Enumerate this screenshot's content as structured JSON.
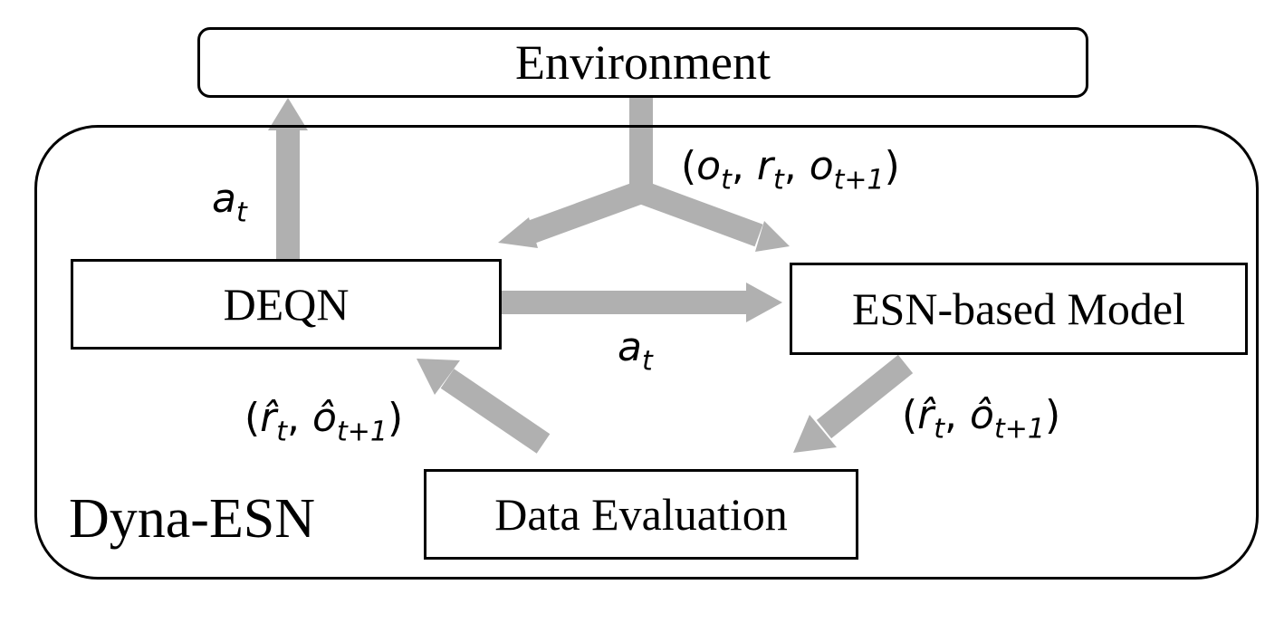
{
  "boxes": {
    "environment": "Environment",
    "deqn": "DEQN",
    "model": "ESN-based Model",
    "evaluation": "Data Evaluation"
  },
  "container_label": "Dyna-ESN",
  "labels": {
    "action_symbol": "a",
    "action_subscript": "t",
    "obs_o": "o",
    "obs_r": "r",
    "sub_t": "t",
    "sub_t_plus_1": "t+1",
    "pred_r": "r̂",
    "pred_o": "ô",
    "open_paren": "(",
    "close_paren": ")",
    "comma": ", "
  },
  "colors": {
    "arrow": "#b0b0b0",
    "border": "#000000",
    "text": "#000000"
  }
}
